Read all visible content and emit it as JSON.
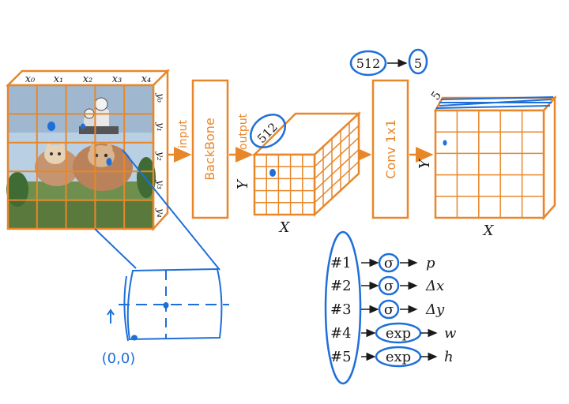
{
  "colors": {
    "orange": "#E8872A",
    "ink": "#1a1a1a",
    "pen": "#1E6FD9",
    "sky": "#b9cfe3",
    "grass": "#6f8f4e",
    "fur": "#d9b48c",
    "ball": "#b9825a"
  },
  "image_grid": {
    "x_labels": [
      "x₀",
      "x₁",
      "x₂",
      "x₃",
      "x₄"
    ],
    "y_labels": [
      "y₀",
      "y₁",
      "y₂",
      "y₃",
      "y₄"
    ]
  },
  "arrows": {
    "input_label": "input",
    "output_label": "output"
  },
  "backbone": {
    "label": "BackBone"
  },
  "feature_volume": {
    "depth_label": "512",
    "x_label": "X",
    "y_label": "Y"
  },
  "conv": {
    "label": "Conv 1x1",
    "from_channels": "512",
    "to_channels": "5"
  },
  "output_volume": {
    "depth_label": "5",
    "x_label": "X",
    "y_label": "Y"
  },
  "origin_sketch": {
    "label": "(0,0)"
  },
  "mapping": {
    "rows": [
      {
        "id": "#1",
        "fn": "σ",
        "out": "p"
      },
      {
        "id": "#2",
        "fn": "σ",
        "out": "Δx"
      },
      {
        "id": "#3",
        "fn": "σ",
        "out": "Δy"
      },
      {
        "id": "#4",
        "fn": "exp",
        "out": "w"
      },
      {
        "id": "#5",
        "fn": "exp",
        "out": "h"
      }
    ]
  }
}
